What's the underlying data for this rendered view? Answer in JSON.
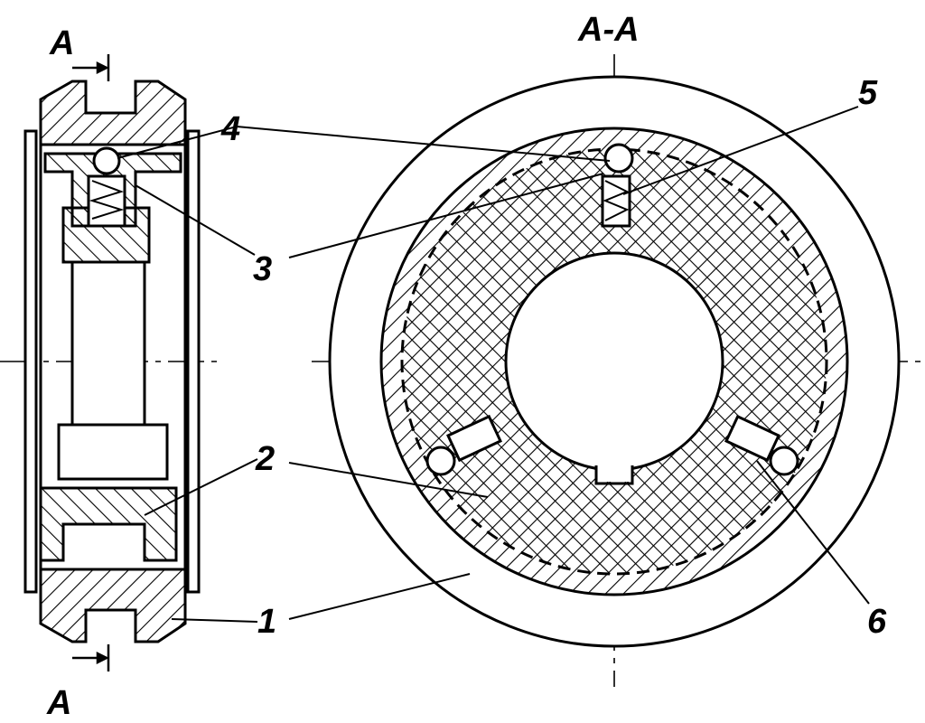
{
  "section_marks": {
    "top": "A",
    "bottom": "A"
  },
  "section_title": "A-A",
  "callouts": [
    "1",
    "2",
    "3",
    "4",
    "5",
    "6"
  ]
}
